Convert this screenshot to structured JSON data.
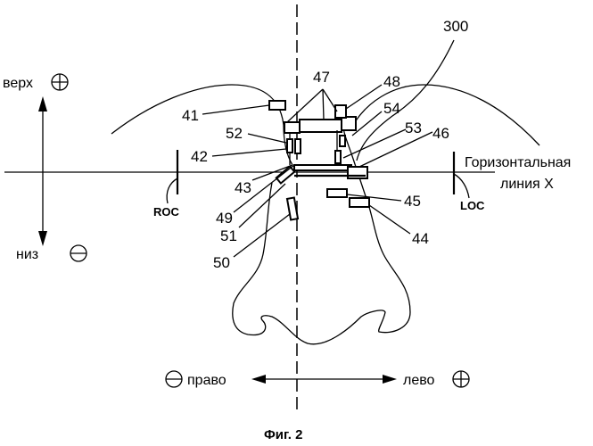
{
  "figure": {
    "caption": "Фиг. 2",
    "vertical_axis": {
      "top_label": "верх",
      "top_sign": "plus",
      "bottom_label": "низ",
      "bottom_sign": "minus"
    },
    "horizontal_axis": {
      "left_label": "право",
      "left_sign": "minus",
      "right_label": "лево",
      "right_sign": "plus"
    },
    "horizontal_line": {
      "label_line1": "Горизонтальная",
      "label_line2": "линия X"
    },
    "markers": {
      "right_corner": "ROC",
      "left_corner": "LOC"
    },
    "reference_numerals": {
      "n41": "41",
      "n42": "42",
      "n43": "43",
      "n44": "44",
      "n45": "45",
      "n46": "46",
      "n47": "47",
      "n48": "48",
      "n49": "49",
      "n50": "50",
      "n51": "51",
      "n52": "52",
      "n53": "53",
      "n54": "54",
      "n300": "300"
    }
  }
}
